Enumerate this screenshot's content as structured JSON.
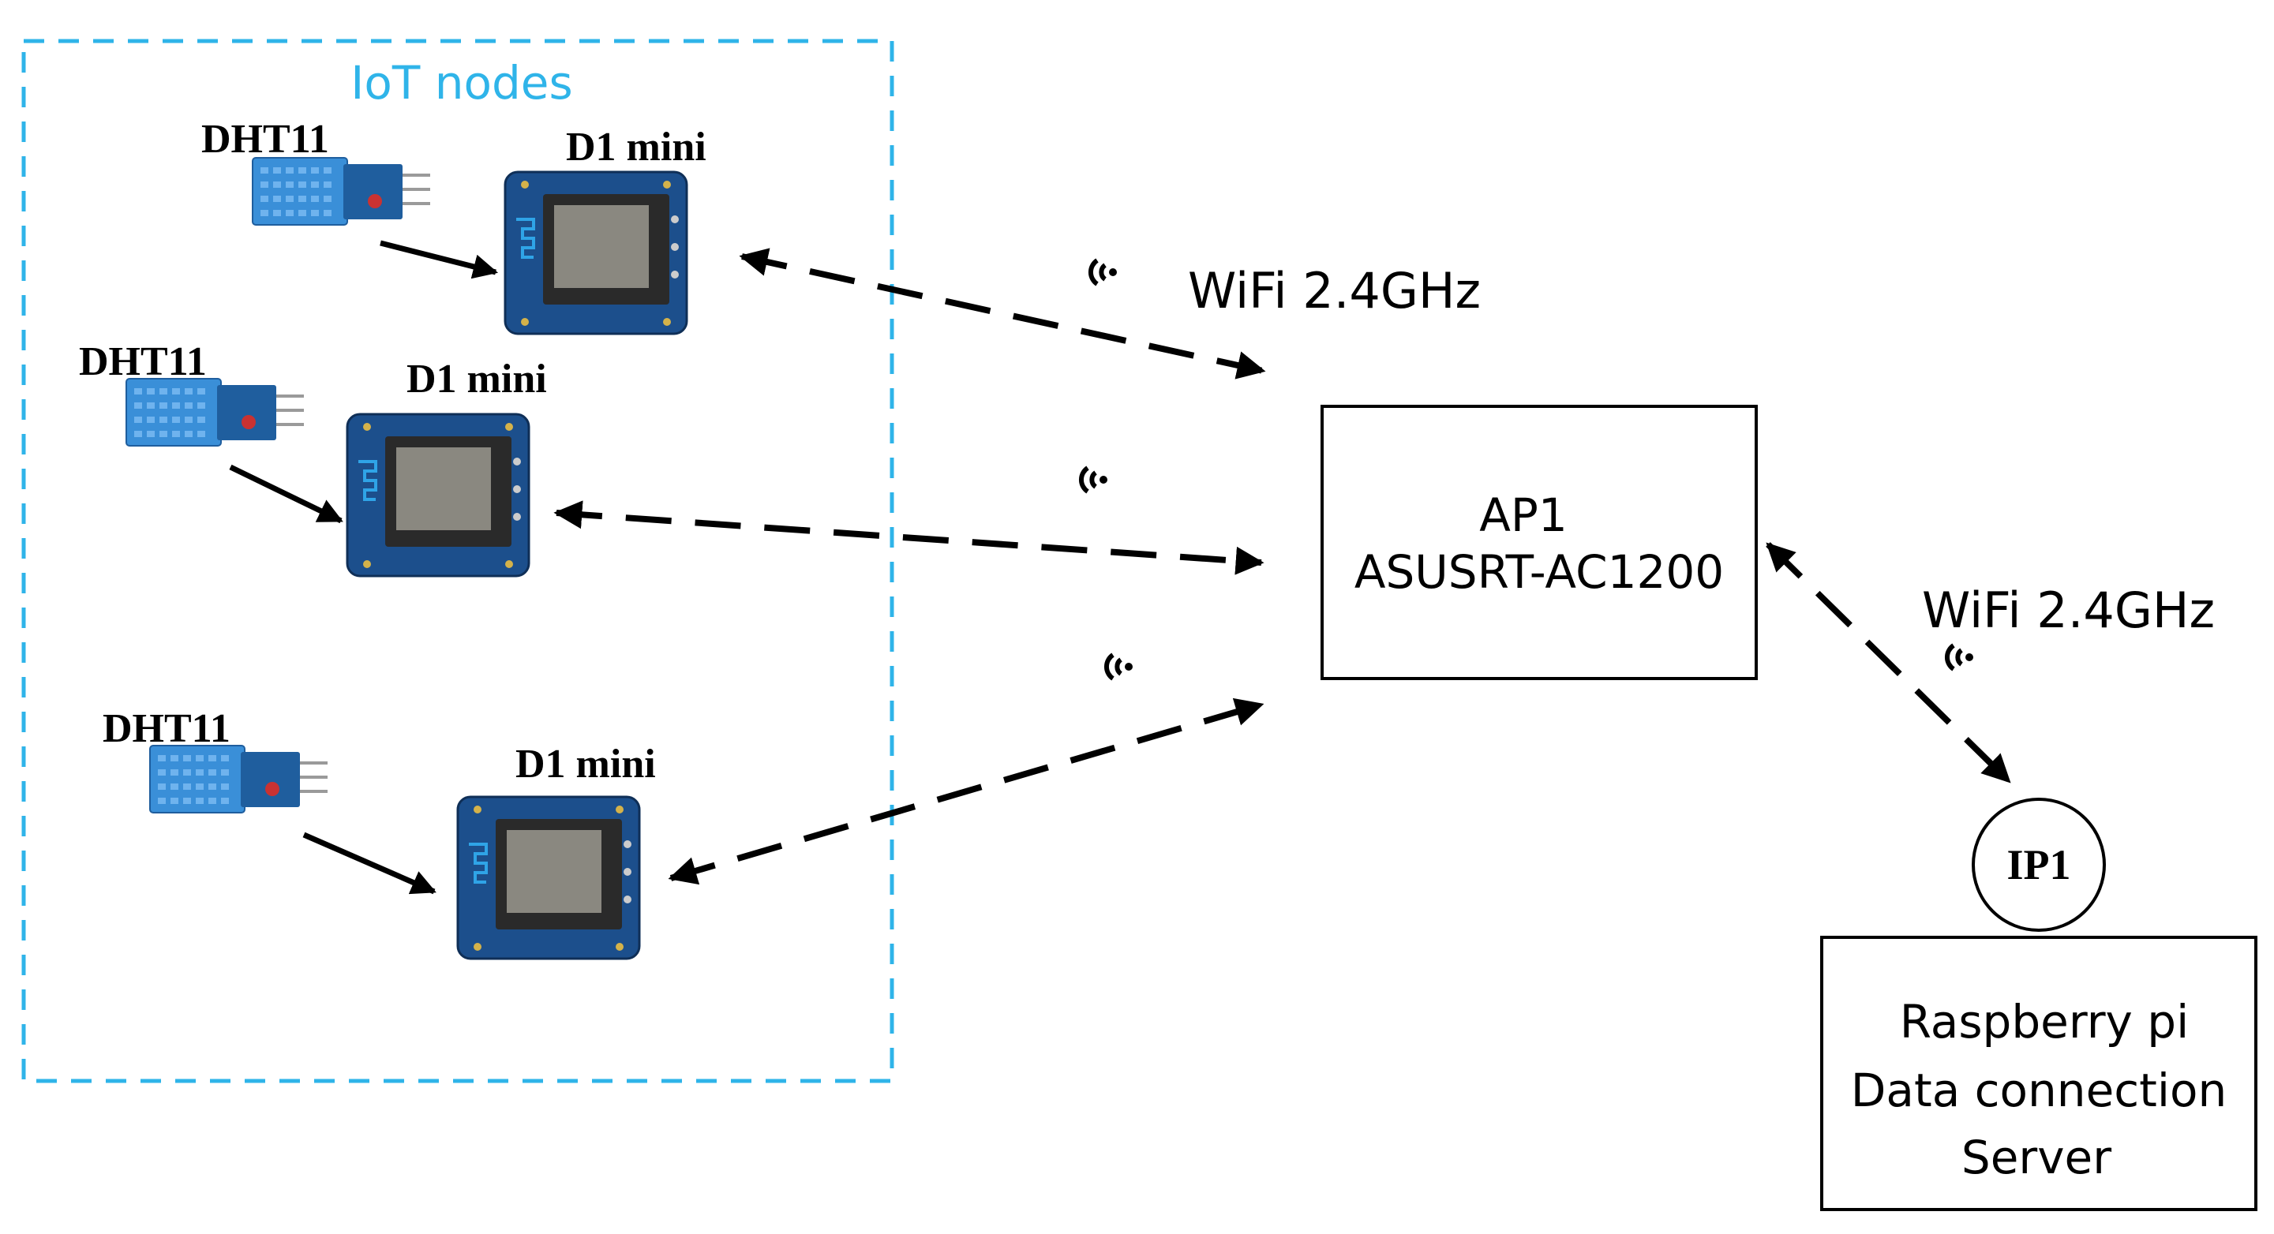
{
  "group": {
    "label": "IoT nodes",
    "color": "#2fb4e9"
  },
  "nodes": [
    {
      "sensor_label": "DHT11",
      "board_label": "D1 mini"
    },
    {
      "sensor_label": "DHT11",
      "board_label": "D1 mini"
    },
    {
      "sensor_label": "DHT11",
      "board_label": "D1 mini"
    }
  ],
  "links": {
    "wifi_label_top": "WiFi 2.4GHz",
    "wifi_label_right": "WiFi 2.4GHz"
  },
  "access_point": {
    "line1": "AP1",
    "line2": "ASUSRT-AC1200"
  },
  "ip_badge": {
    "label": "IP1"
  },
  "server": {
    "line1": "Raspberry pi",
    "line2": "Data connection",
    "line3": "Server"
  },
  "colors": {
    "sensor_blue": "#3a8fd8",
    "board_blue": "#1c4f8c",
    "chip": "#8a8880",
    "line": "#000000"
  }
}
